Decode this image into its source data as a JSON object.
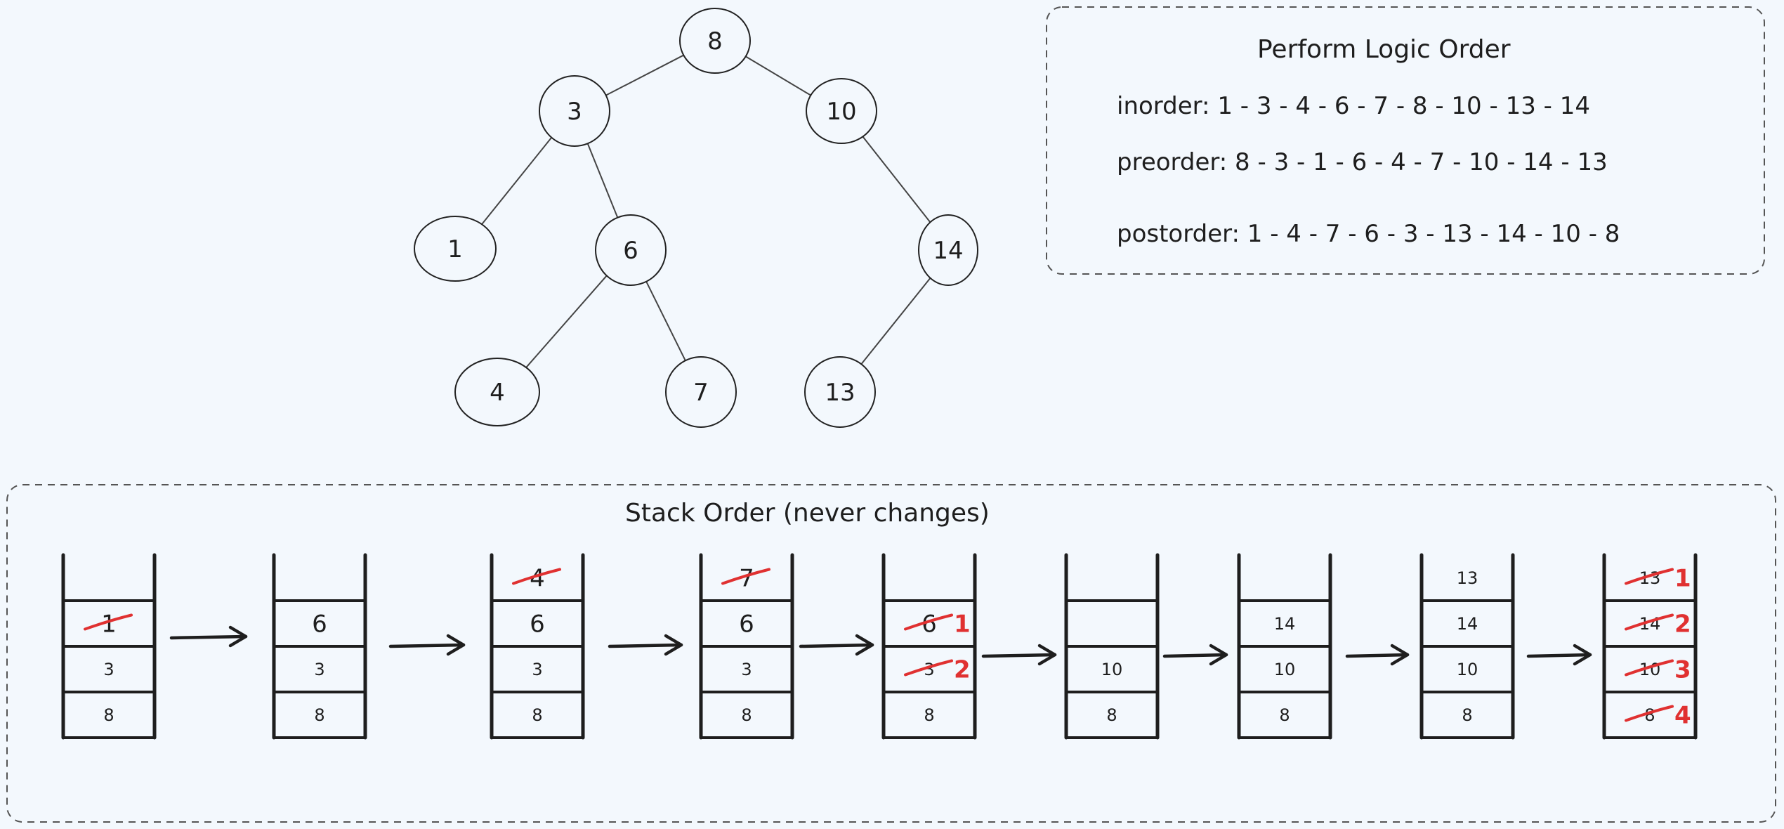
{
  "tree": {
    "nodes": [
      {
        "id": "n8",
        "label": "8"
      },
      {
        "id": "n3",
        "label": "3"
      },
      {
        "id": "n10",
        "label": "10"
      },
      {
        "id": "n1",
        "label": "1"
      },
      {
        "id": "n6",
        "label": "6"
      },
      {
        "id": "n14",
        "label": "14"
      },
      {
        "id": "n4",
        "label": "4"
      },
      {
        "id": "n7",
        "label": "7"
      },
      {
        "id": "n13",
        "label": "13"
      }
    ],
    "edges": [
      [
        "n8",
        "n3"
      ],
      [
        "n8",
        "n10"
      ],
      [
        "n3",
        "n1"
      ],
      [
        "n3",
        "n6"
      ],
      [
        "n6",
        "n4"
      ],
      [
        "n6",
        "n7"
      ],
      [
        "n10",
        "n14"
      ],
      [
        "n14",
        "n13"
      ]
    ]
  },
  "perform_logic": {
    "title": "Perform Logic Order",
    "inorder": "inorder: 1 - 3 - 4 - 6 - 7 - 8 - 10 - 13 - 14",
    "preorder": "preorder: 8 - 3 - 1 - 6 - 4 - 7 - 10 - 14 - 13",
    "postorder": "postorder: 1 - 4 - 7 - 6 - 3 - 13 - 14 - 10 - 8"
  },
  "stack_section": {
    "title": "Stack Order (never changes)",
    "stacks": [
      {
        "cells": [
          {
            "v": "",
            "c": false
          },
          {
            "v": "1",
            "c": true
          },
          {
            "v": "3",
            "c": false
          },
          {
            "v": "8",
            "c": false
          }
        ]
      },
      {
        "cells": [
          {
            "v": "",
            "c": false
          },
          {
            "v": "6",
            "c": false
          },
          {
            "v": "3",
            "c": false
          },
          {
            "v": "8",
            "c": false
          }
        ]
      },
      {
        "cells": [
          {
            "v": "4",
            "c": true
          },
          {
            "v": "6",
            "c": false
          },
          {
            "v": "3",
            "c": false
          },
          {
            "v": "8",
            "c": false
          }
        ]
      },
      {
        "cells": [
          {
            "v": "7",
            "c": true
          },
          {
            "v": "6",
            "c": false
          },
          {
            "v": "3",
            "c": false
          },
          {
            "v": "8",
            "c": false
          }
        ]
      },
      {
        "cells": [
          {
            "v": "",
            "c": false
          },
          {
            "v": "6",
            "c": true,
            "n": "1"
          },
          {
            "v": "3",
            "c": true,
            "n": "2"
          },
          {
            "v": "8",
            "c": false
          }
        ]
      },
      {
        "cells": [
          {
            "v": "",
            "c": false
          },
          {
            "v": "",
            "c": false
          },
          {
            "v": "10",
            "c": false
          },
          {
            "v": "8",
            "c": false
          }
        ]
      },
      {
        "cells": [
          {
            "v": "",
            "c": false
          },
          {
            "v": "14",
            "c": false
          },
          {
            "v": "10",
            "c": false
          },
          {
            "v": "8",
            "c": false
          }
        ]
      },
      {
        "cells": [
          {
            "v": "13",
            "c": false
          },
          {
            "v": "14",
            "c": false
          },
          {
            "v": "10",
            "c": false
          },
          {
            "v": "8",
            "c": false
          }
        ]
      },
      {
        "cells": [
          {
            "v": "13",
            "c": true,
            "n": "1"
          },
          {
            "v": "14",
            "c": true,
            "n": "2"
          },
          {
            "v": "10",
            "c": true,
            "n": "3"
          },
          {
            "v": "8",
            "c": true,
            "n": "4"
          }
        ]
      }
    ]
  },
  "colors": {
    "background": "#f3f8fd",
    "ink": "#1e1e1e",
    "accent_red": "#e03131"
  }
}
